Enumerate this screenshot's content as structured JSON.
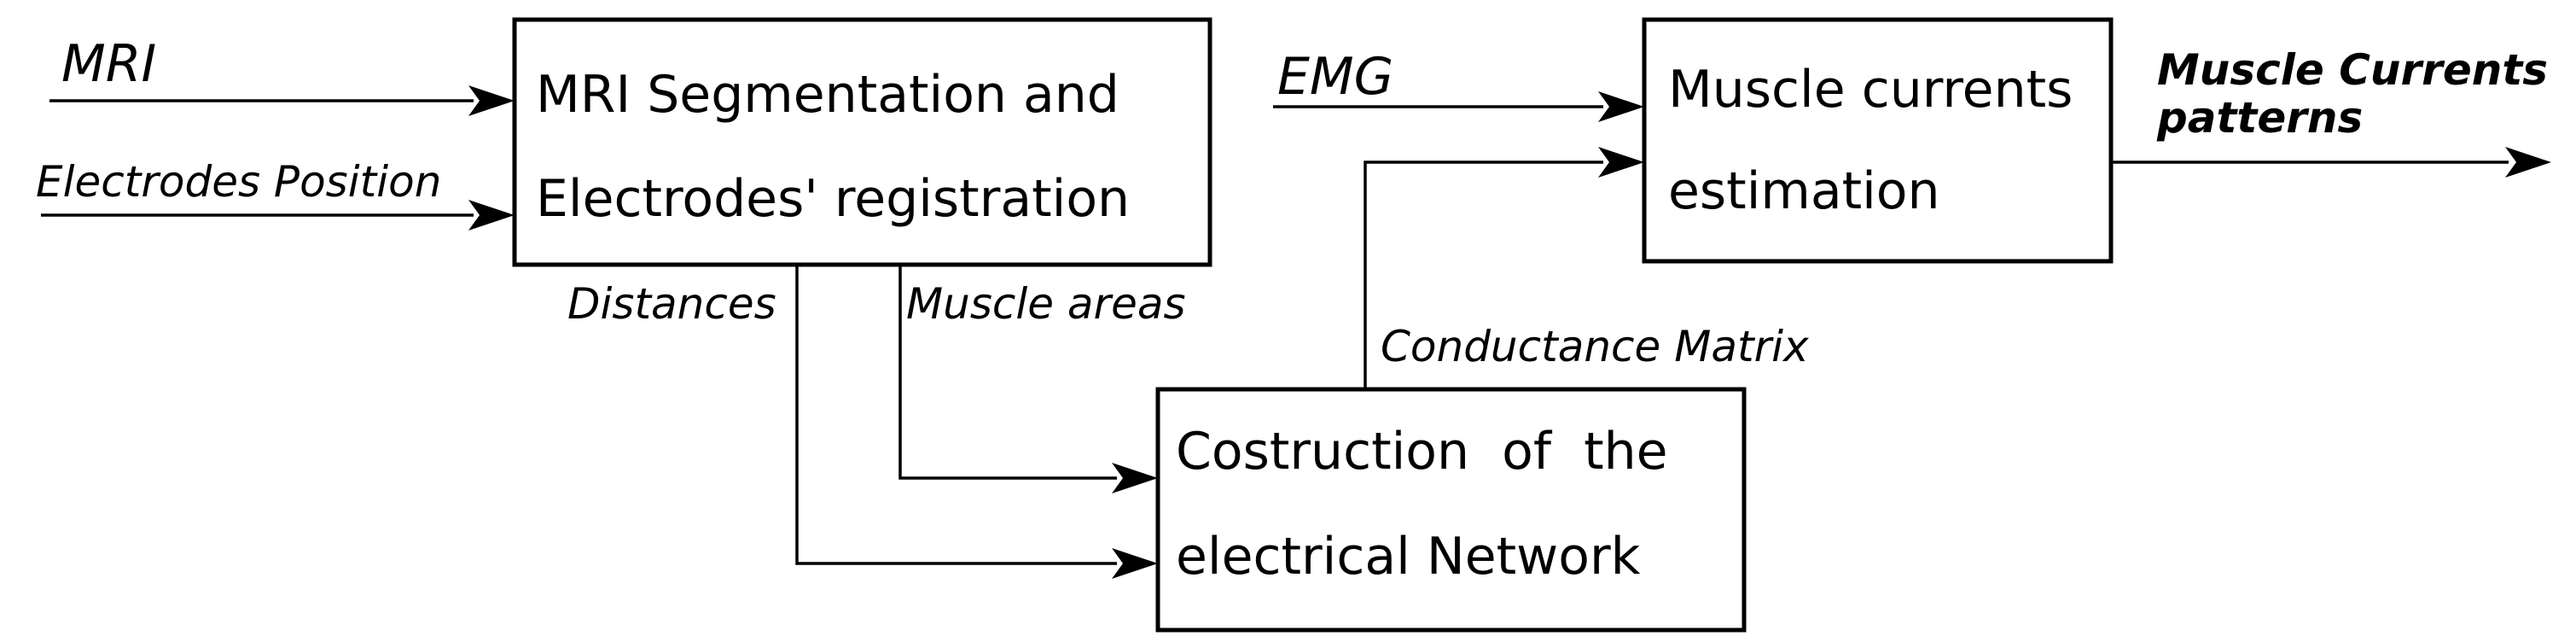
{
  "diagram": {
    "inputs": {
      "mri": "MRI",
      "electrodes_position": "Electrodes Position",
      "emg": "EMG"
    },
    "boxes": {
      "segmentation": {
        "line1": "MRI Segmentation and",
        "line2": "Electrodes' registration"
      },
      "estimation": {
        "line1": "Muscle currents",
        "line2": "estimation"
      },
      "network": {
        "line1": "Costruction  of  the",
        "line2": "electrical Network"
      }
    },
    "edges": {
      "distances": "Distances",
      "muscle_areas": "Muscle areas",
      "conductance_matrix": "Conductance Matrix"
    },
    "output": {
      "line1": "Muscle Currents",
      "line2": "patterns"
    }
  }
}
